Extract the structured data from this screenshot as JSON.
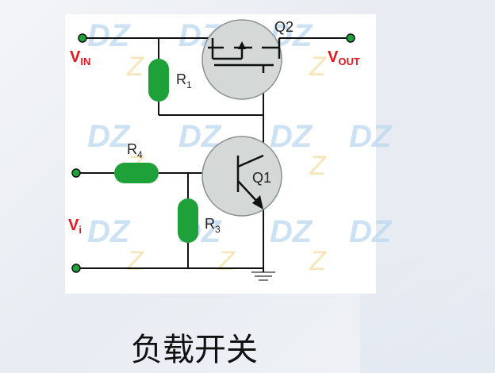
{
  "diagram": {
    "transistors": [
      {
        "id": "q2",
        "label": "Q2"
      },
      {
        "id": "q1",
        "label": "Q1"
      }
    ],
    "resistors": [
      {
        "id": "r1",
        "label": "R",
        "sub": "1"
      },
      {
        "id": "r4",
        "label": "R",
        "sub": "4"
      },
      {
        "id": "r3",
        "label": "R",
        "sub": "3"
      }
    ],
    "terminals": {
      "vin": {
        "main": "V",
        "sub": "IN"
      },
      "vout": {
        "main": "V",
        "sub": "OUT"
      },
      "vi": {
        "main": "V",
        "sub": "i"
      }
    },
    "colors": {
      "resistor": "#1fa13a",
      "terminal": "#1fa13a",
      "wire": "#111111",
      "transistor_body": "#d4d8d6",
      "terminal_label": "#e8141e"
    },
    "watermark_text": "DZ"
  },
  "caption": "负载开关"
}
